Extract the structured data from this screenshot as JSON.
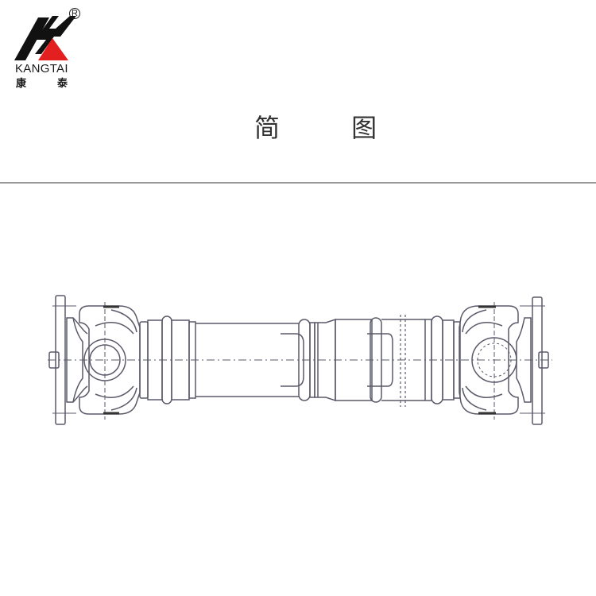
{
  "logo": {
    "brand": "KANGTAI",
    "cn_left": "康",
    "cn_right": "泰",
    "registered_mark": "R",
    "colors": {
      "black": "#111111",
      "red": "#e41f1f"
    }
  },
  "title": "简 图",
  "drawing": {
    "subject": "universal-joint-drive-shaft",
    "line_color": "#5a5a6a"
  }
}
